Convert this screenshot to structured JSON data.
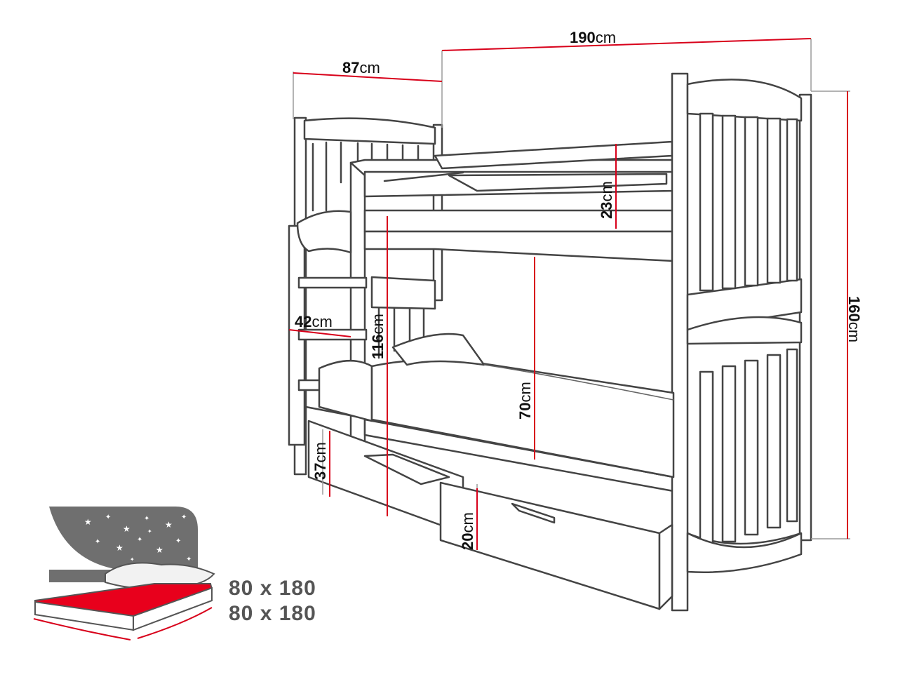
{
  "dimensions": {
    "length": {
      "value": "190",
      "unit": "cm"
    },
    "depth": {
      "value": "87",
      "unit": "cm"
    },
    "height": {
      "value": "160",
      "unit": "cm"
    },
    "upper_rail": {
      "value": "23",
      "unit": "cm"
    },
    "ladder_width": {
      "value": "42",
      "unit": "cm"
    },
    "upper_bed_height": {
      "value": "116",
      "unit": "cm"
    },
    "bunk_clearance": {
      "value": "70",
      "unit": "cm"
    },
    "lower_bed_height": {
      "value": "37",
      "unit": "cm"
    },
    "drawer_height": {
      "value": "20",
      "unit": "cm"
    }
  },
  "mattress_sizes": [
    "80 x 180",
    "80 x 180"
  ],
  "colors": {
    "dimension_line": "#d8001a",
    "outline": "#444444",
    "mattress": "#e8001c",
    "icon_background": "#6f6f6f"
  }
}
